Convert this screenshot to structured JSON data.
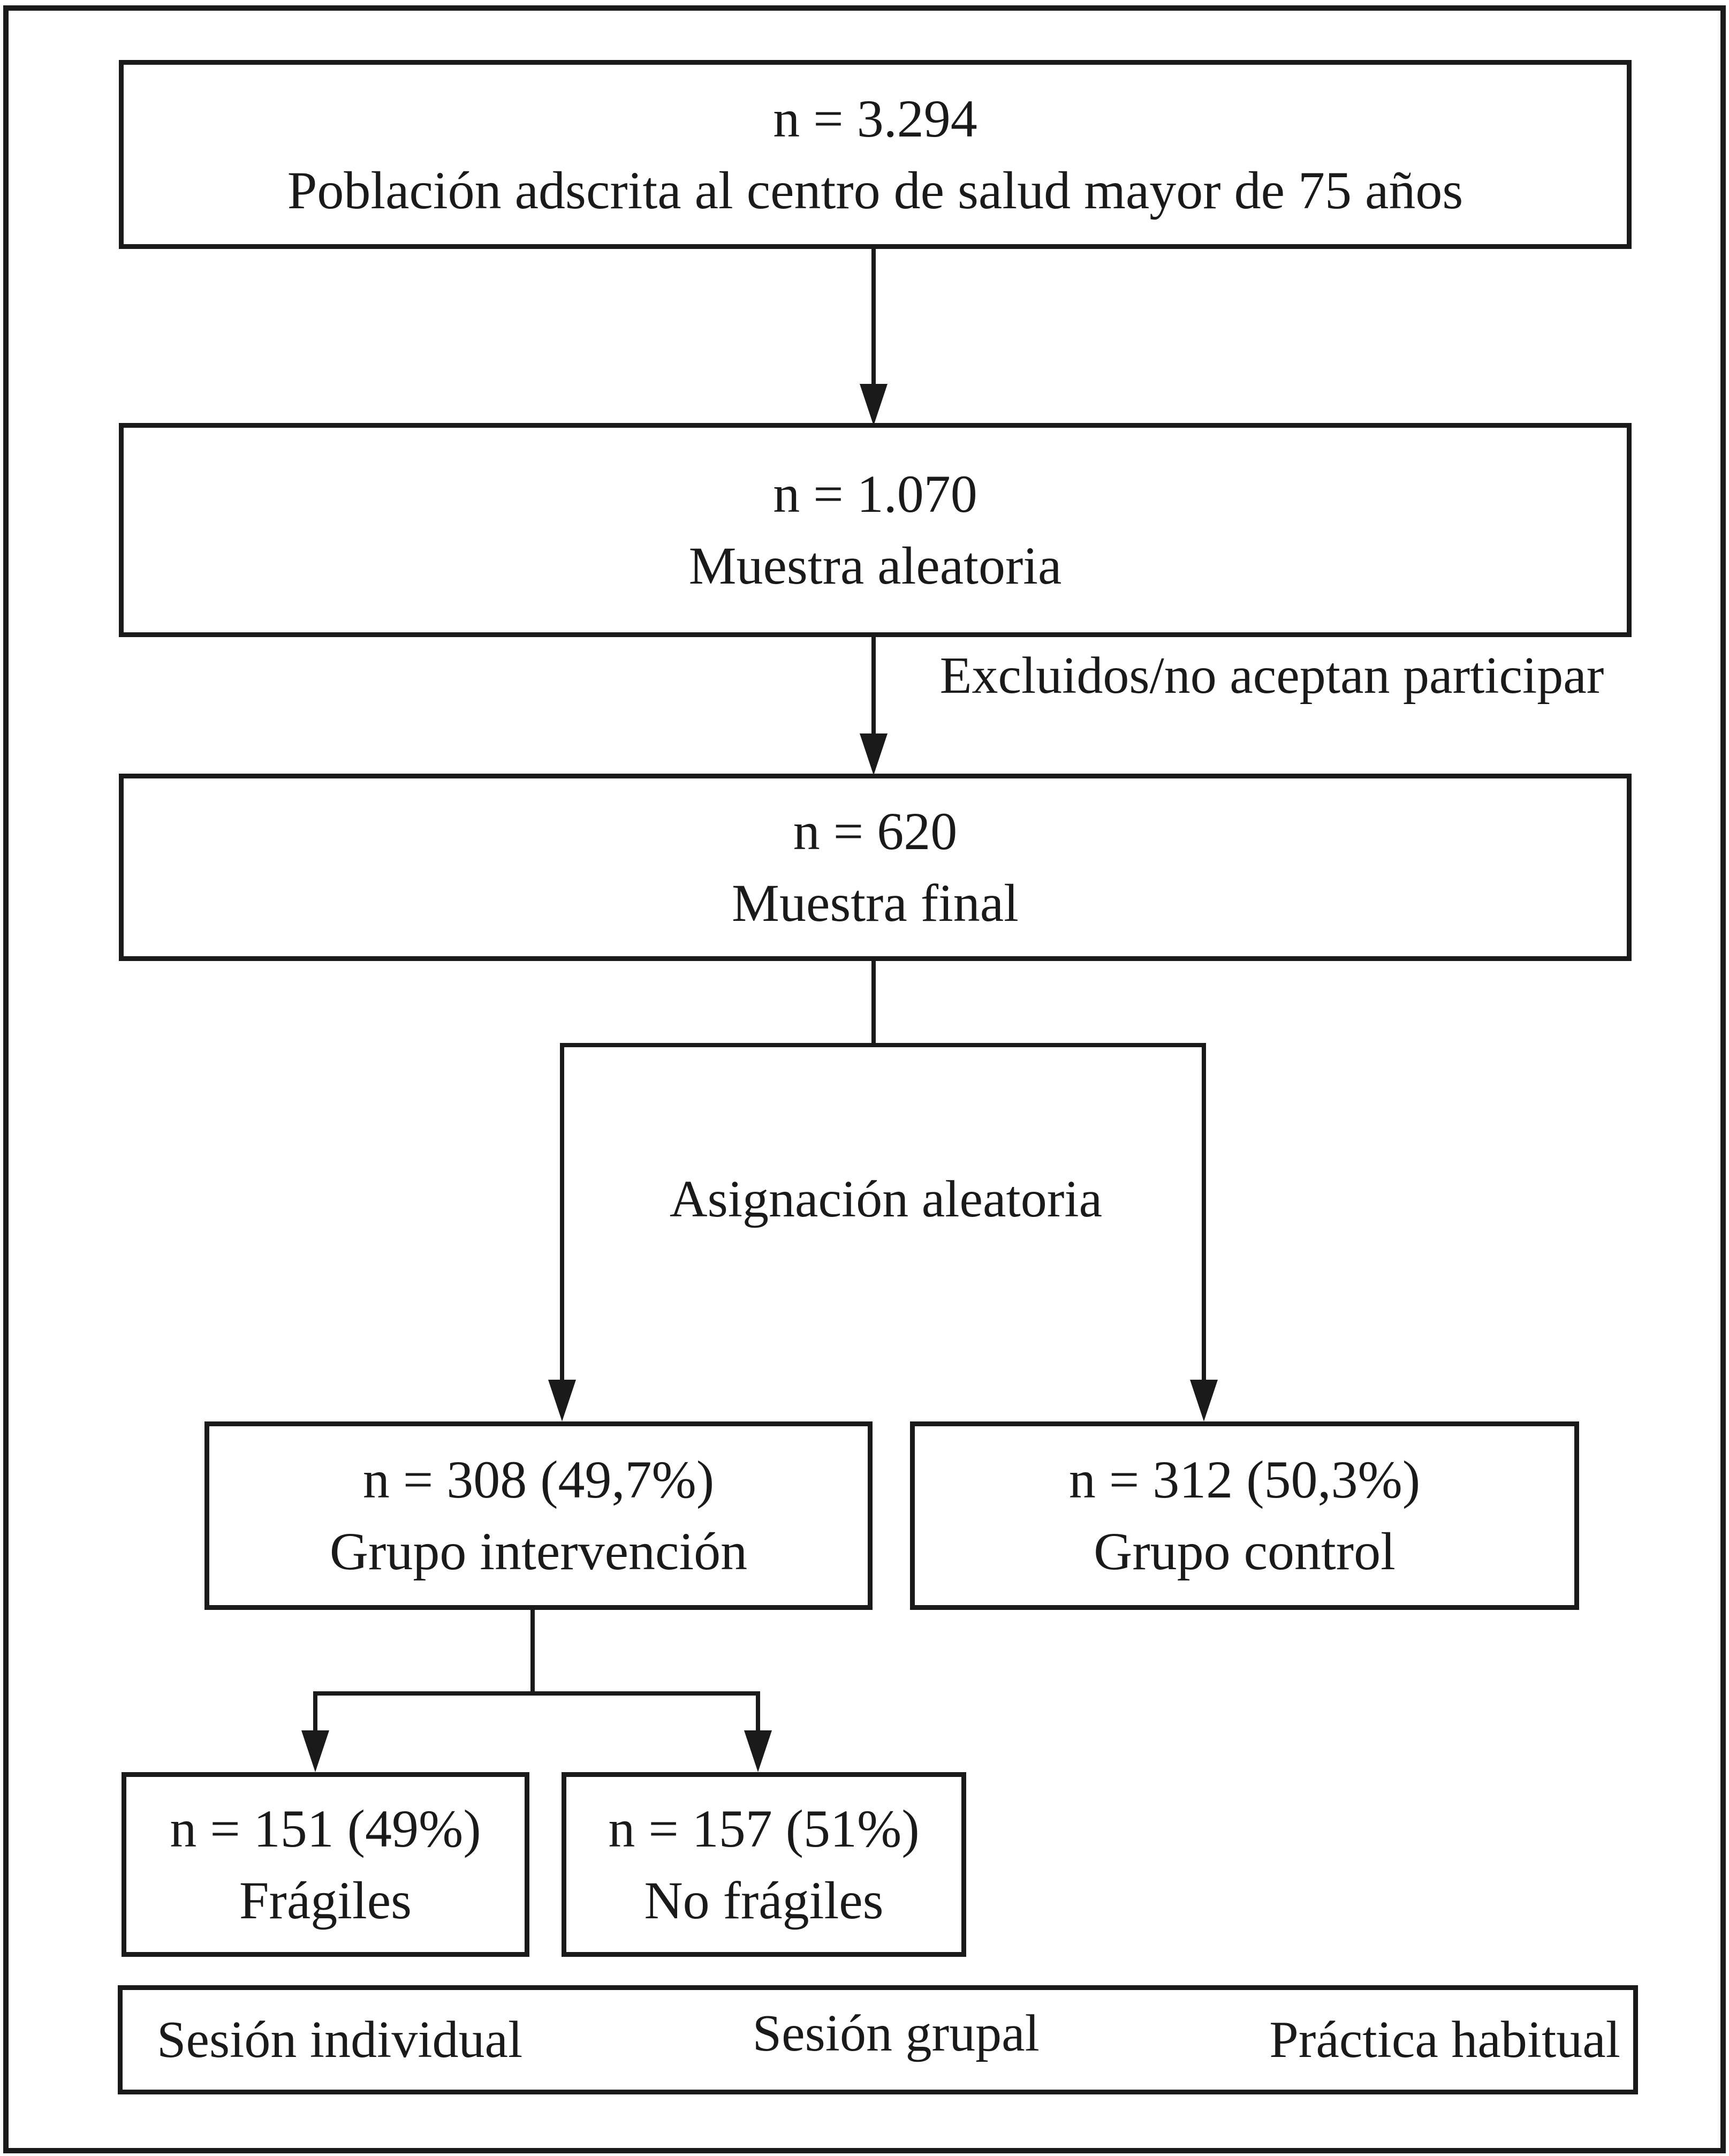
{
  "figure": {
    "colors": {
      "line": "#1a1a1a",
      "background": "#ffffff"
    },
    "nodes": {
      "population": {
        "n": "n = 3.294",
        "label": "Población adscrita al centro de salud mayor de 75 años"
      },
      "sample": {
        "n": "n = 1.070",
        "label": "Muestra aleatoria"
      },
      "final": {
        "n": "n = 620",
        "label": "Muestra final"
      },
      "intervention": {
        "n": "n = 308 (49,7%)",
        "label": "Grupo intervención"
      },
      "control": {
        "n": "n = 312 (50,3%)",
        "label": "Grupo control"
      },
      "fragile": {
        "n": "n = 151 (49%)",
        "label": "Frágiles"
      },
      "nonfragile": {
        "n": "n = 157 (51%)",
        "label": "No frágiles"
      }
    },
    "edge_labels": {
      "exclusion": "Excluidos/no aceptan participar",
      "randomization": "Asignación aleatoria"
    },
    "footer": {
      "individual": "Sesión individual",
      "group": "Sesión grupal",
      "usual": "Práctica habitual"
    }
  }
}
